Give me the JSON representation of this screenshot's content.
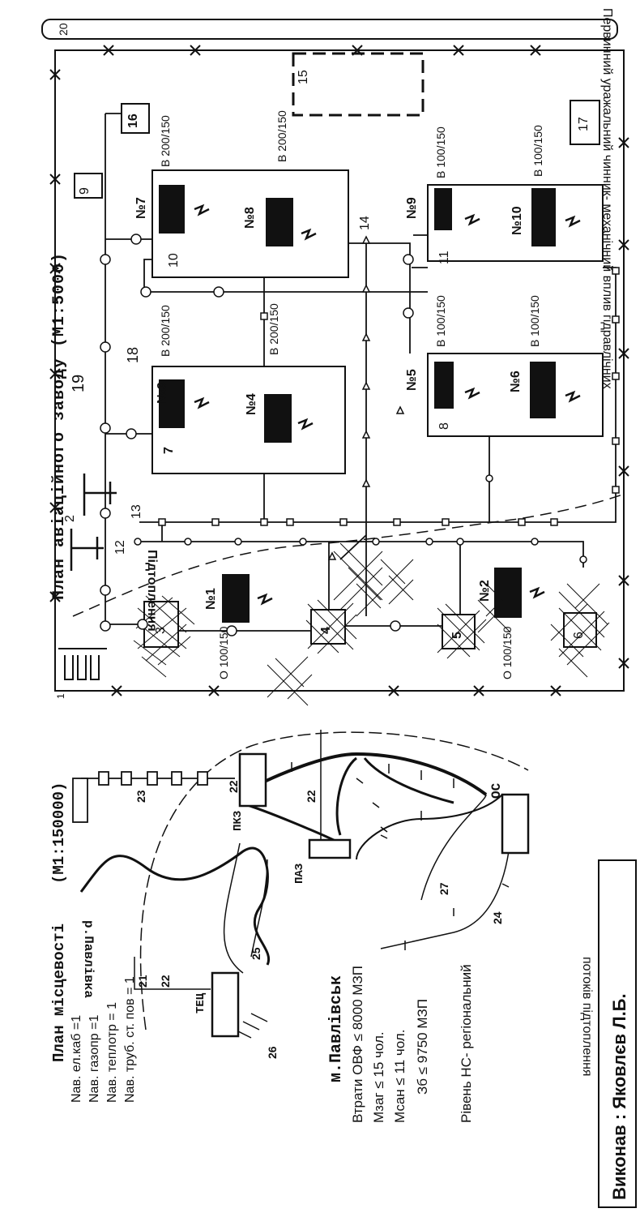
{
  "title_plant": "План авіаційного заводу (М1:5000)",
  "title_area": "(М1:150000)",
  "area_plan": {
    "title": "План місцевості",
    "items": [
      "Nав. ел.каб =1",
      "Nав. газопр =1",
      "Nав. теплотр = 1",
      "Nав. труб. ст. пов = 1"
    ]
  },
  "town": "м.Павлівськ",
  "river": "р.Павлівка",
  "losses": [
    "Втрати ОВФ ≤ 8000 МЗП",
    "Мзаг ≤ 15 чол.",
    "Мсан ≤ 11 чол.",
    "Зб ≤ 9750 МЗП",
    "Рівень НС- регіональний"
  ],
  "performer": "Виконав : Яковлєв Л.Б.",
  "caption_line1": "Первинний уражальний чинник- механічний вплив гідравлічних",
  "caption_line2": "потоків підтоплення",
  "flood_label": "Підтоплення",
  "objects": {
    "tec": "ТЕЦ",
    "pkz": "ПКЗ",
    "paz": "ПАЗ",
    "os": "ОС"
  },
  "buildings": [
    "№1",
    "№2",
    "№3",
    "№4",
    "№5",
    "№6",
    "№7",
    "№8",
    "№9",
    "№10"
  ],
  "numbers": {
    "n1": "1",
    "n2": "2",
    "n3": "3",
    "n4": "4",
    "n5": "5",
    "n6": "6",
    "n7": "7",
    "n8": "8",
    "n9": "9",
    "n10": "10",
    "n11": "11",
    "n12": "12",
    "n13": "13",
    "n14": "14",
    "n15": "15",
    "n16": "16",
    "n17": "17",
    "n18": "18",
    "n19": "19",
    "n20": "20",
    "n21": "21",
    "n22": "22",
    "n23": "23",
    "n24": "24",
    "n25": "25",
    "n26": "26",
    "n27": "27"
  },
  "fractions": {
    "b200": {
      "prefix": "В",
      "num": "200",
      "den": "150"
    },
    "b100": {
      "prefix": "В",
      "num": "100",
      "den": "150"
    },
    "o100": {
      "prefix": "О",
      "num": "100",
      "den": "150"
    }
  }
}
